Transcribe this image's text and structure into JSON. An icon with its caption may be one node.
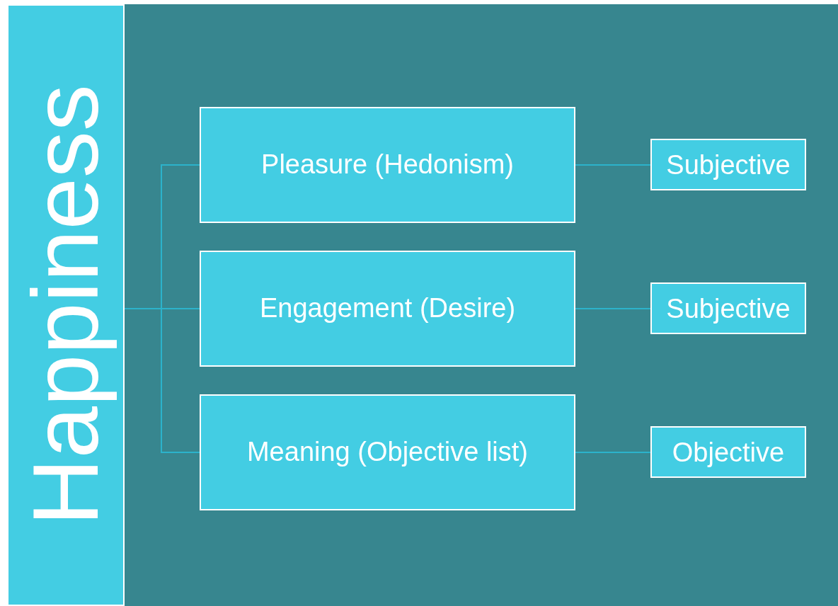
{
  "diagram": {
    "nodes": [
      {
        "text": [
          "Happiness"
        ]
      },
      {
        "text": [
          "Pleasure (Hedonism)"
        ]
      },
      {
        "text": [
          "Engagement (Desire)"
        ]
      },
      {
        "text": [
          "Meaning (Objective list)"
        ]
      },
      {
        "text": [
          "Subjective"
        ]
      },
      {
        "text": [
          "Subjective"
        ]
      },
      {
        "text": [
          "Objective"
        ]
      }
    ],
    "edges": [
      {
        "from": 0,
        "to": 1,
        "arrow": "none"
      },
      {
        "from": 0,
        "to": 2,
        "arrow": "none"
      },
      {
        "from": 0,
        "to": 3,
        "arrow": "none"
      },
      {
        "from": 1,
        "to": 4,
        "arrow": "none"
      },
      {
        "from": 2,
        "to": 5,
        "arrow": "none"
      },
      {
        "from": 3,
        "to": 6,
        "arrow": "none"
      }
    ]
  }
}
